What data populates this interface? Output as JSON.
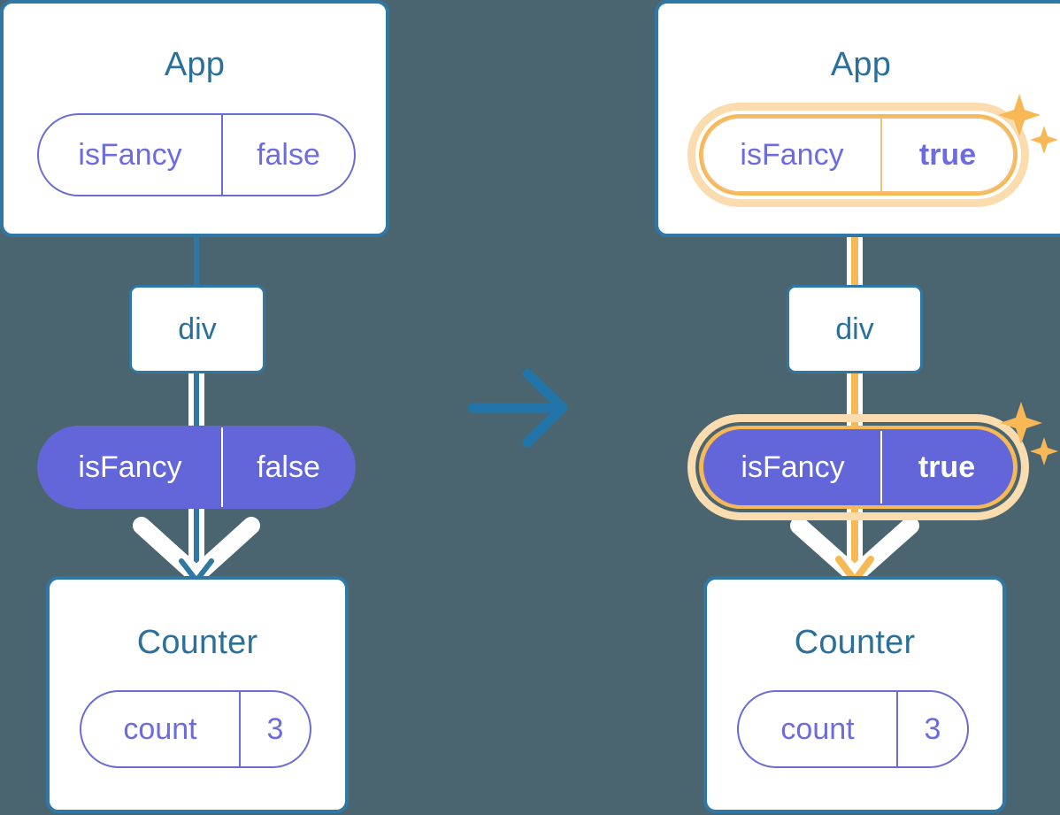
{
  "diagram": {
    "type": "react-state-propagation",
    "background_color": "#4b6570",
    "accent_blue": "#2f78a6",
    "accent_purple": "#6366d8",
    "accent_amber": "#f7b955",
    "transition_arrow": "right-arrow-icon"
  },
  "before": {
    "app": {
      "title": "App",
      "pill": {
        "key": "isFancy",
        "value": "false",
        "highlighted": false,
        "filled": false
      }
    },
    "div": {
      "label": "div"
    },
    "prop_pill": {
      "key": "isFancy",
      "value": "false",
      "highlighted": false,
      "filled": true
    },
    "counter": {
      "title": "Counter",
      "pill": {
        "key": "count",
        "value": "3",
        "highlighted": false,
        "filled": false
      }
    }
  },
  "after": {
    "app": {
      "title": "App",
      "pill": {
        "key": "isFancy",
        "value": "true",
        "highlighted": true,
        "filled": false
      }
    },
    "div": {
      "label": "div"
    },
    "prop_pill": {
      "key": "isFancy",
      "value": "true",
      "highlighted": true,
      "filled": true
    },
    "counter": {
      "title": "Counter",
      "pill": {
        "key": "count",
        "value": "3",
        "highlighted": false,
        "filled": false
      }
    },
    "sparkle_groups": 2
  }
}
